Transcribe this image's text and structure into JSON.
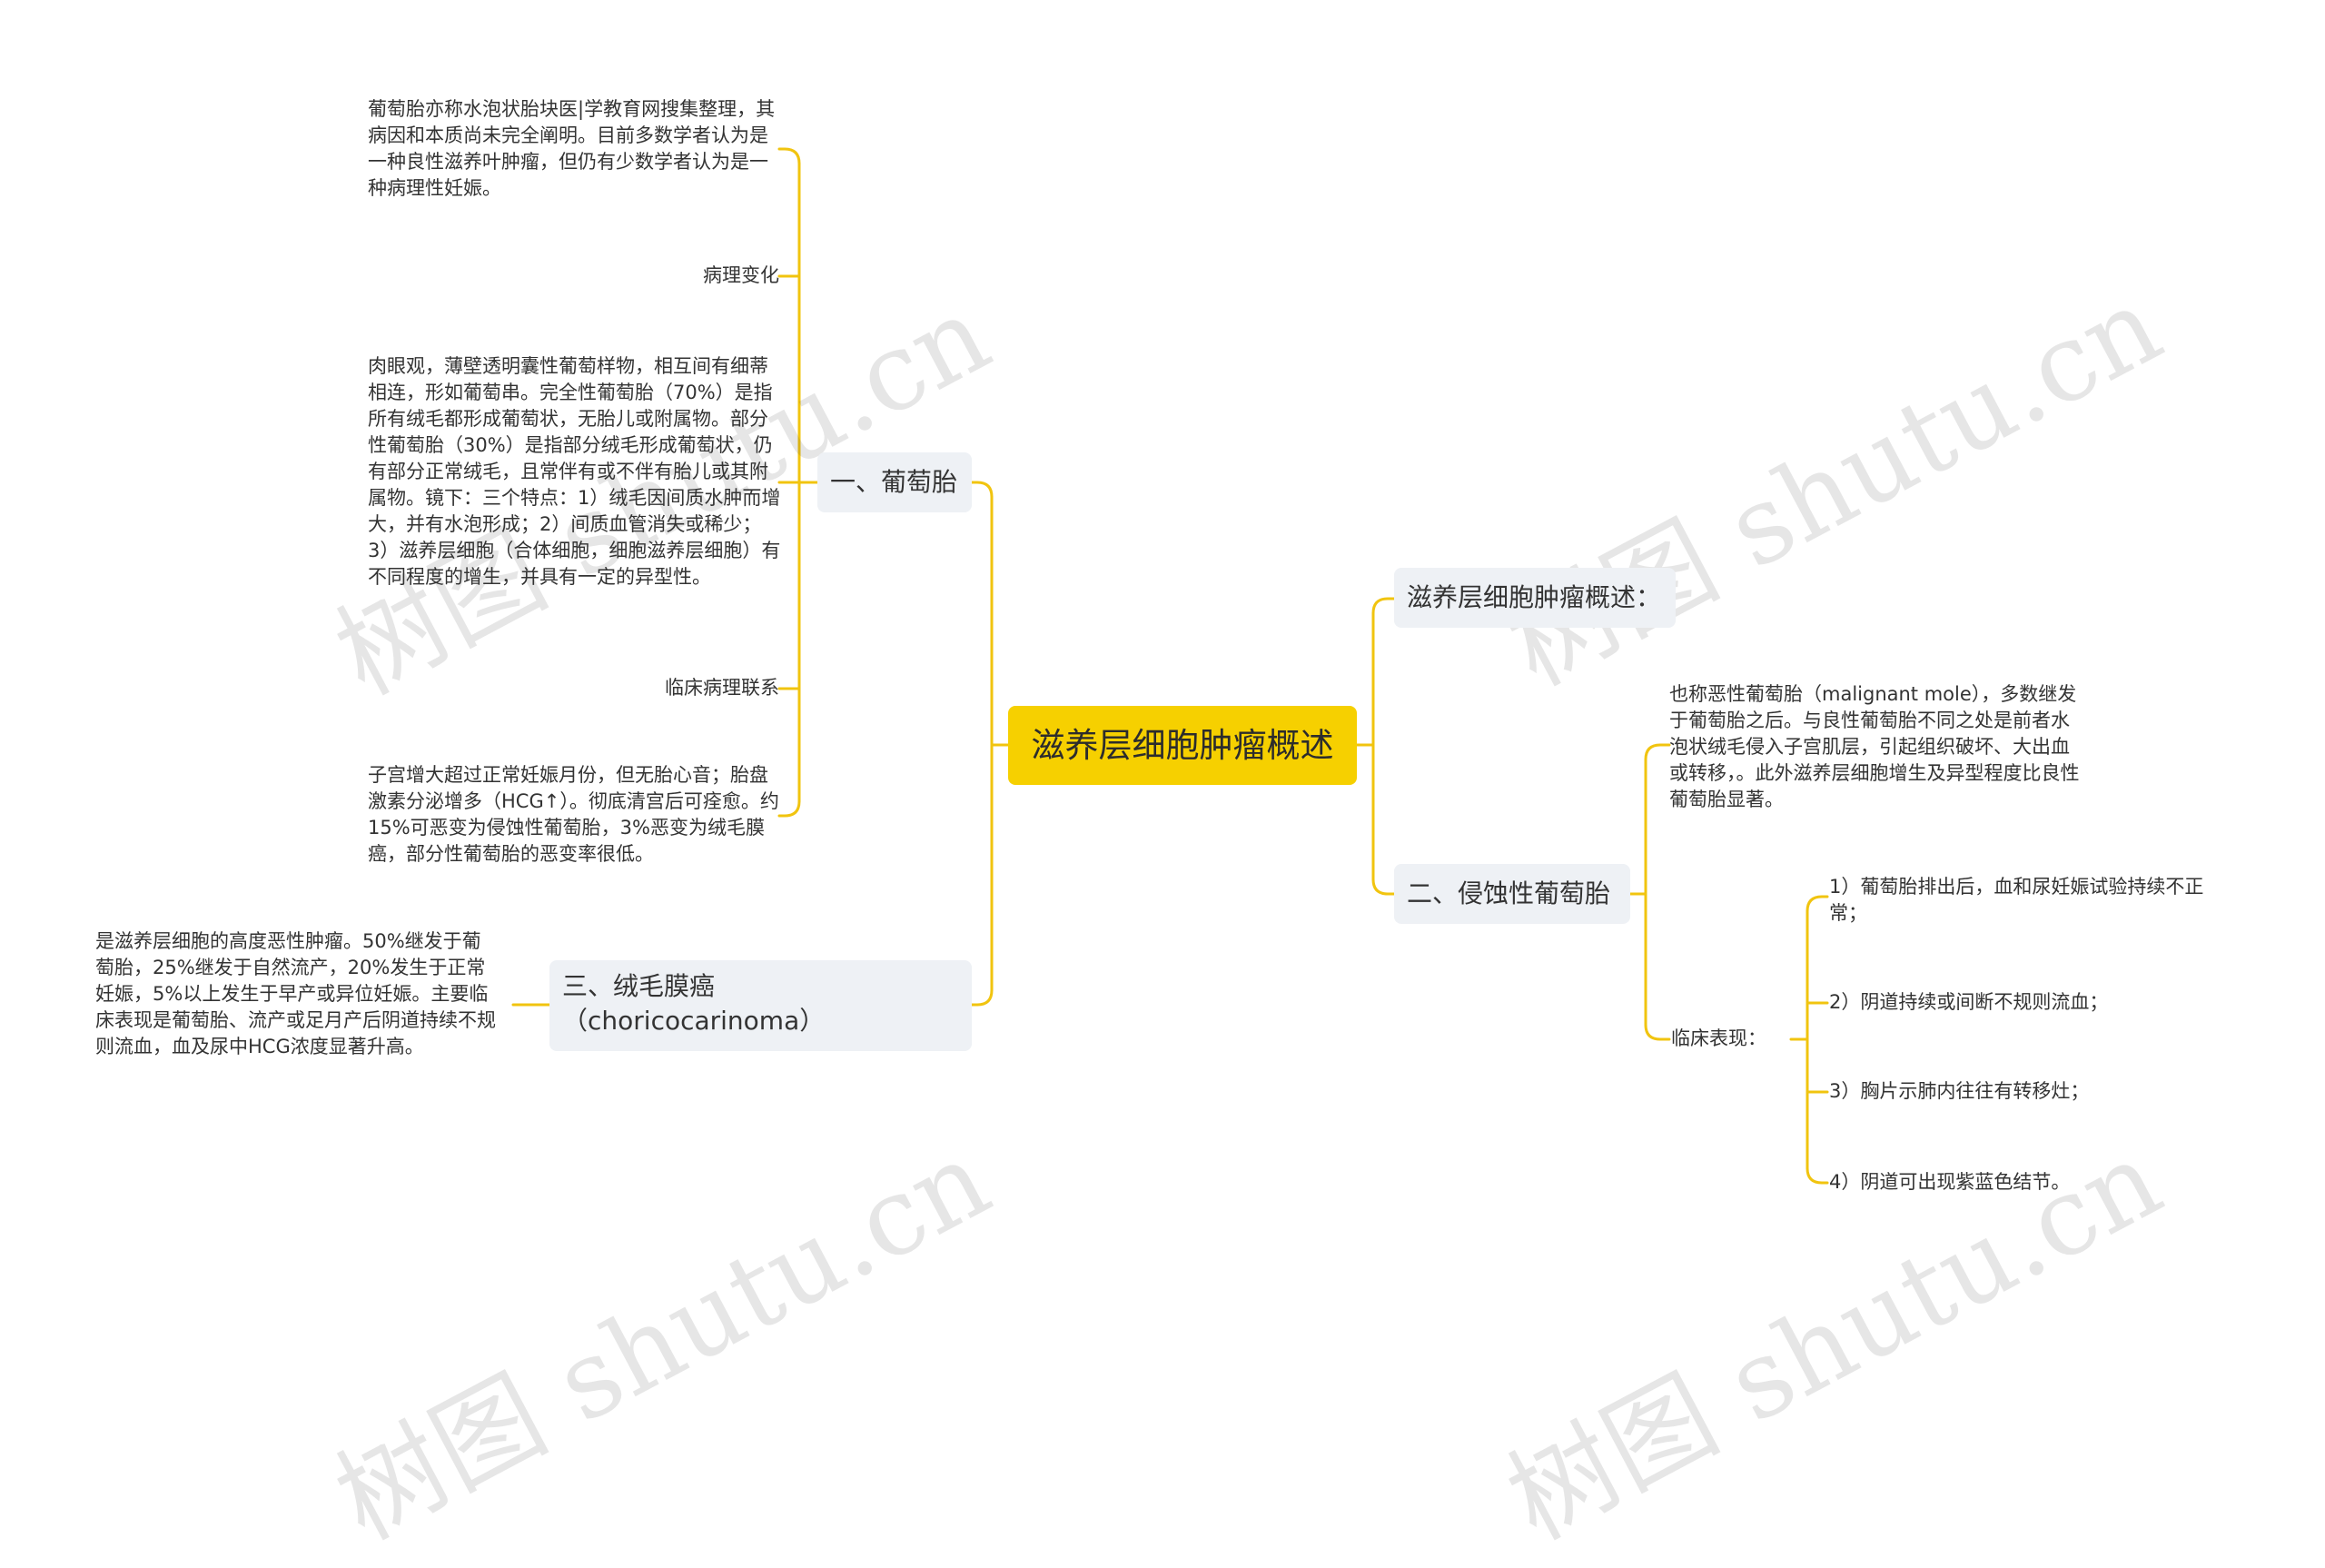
{
  "root": {
    "label": "滋养层细胞肿瘤概述"
  },
  "left": {
    "hydatidiform": {
      "label": "一、葡萄胎",
      "leaves": [
        "葡萄胎亦称水泡状胎块医|学教育网搜集整理，其病因和本质尚未完全阐明。目前多数学者认为是一种良性滋养叶肿瘤，但仍有少数学者认为是一种病理性妊娠。",
        "病理变化",
        "肉眼观，薄壁透明囊性葡萄样物，相互间有细蒂相连，形如葡萄串。完全性葡萄胎（70%）是指所有绒毛都形成葡萄状，无胎儿或附属物。部分性葡萄胎（30%）是指部分绒毛形成葡萄状，仍有部分正常绒毛，且常伴有或不伴有胎儿或其附属物。镜下：三个特点：1）绒毛因间质水肿而增大，并有水泡形成；2）间质血管消失或稀少；3）滋养层细胞（合体细胞，细胞滋养层细胞）有不同程度的增生，并具有一定的异型性。",
        "临床病理联系",
        "子宫增大超过正常妊娠月份，但无胎心音；胎盘激素分泌增多（HCG↑）。彻底清宫后可痊愈。约15%可恶变为侵蚀性葡萄胎，3%恶变为绒毛膜癌，部分性葡萄胎的恶变率很低。"
      ]
    },
    "choriocarcinoma": {
      "label": "三、绒毛膜癌（choricocarinoma）",
      "leaves": [
        "是滋养层细胞的高度恶性肿瘤。50%继发于葡萄胎，25%继发于自然流产，20%发生于正常妊娠，5%以上发生于早产或异位妊娠。主要临床表现是葡萄胎、流产或足月产后阴道持续不规则流血，血及尿中HCG浓度显著升高。"
      ]
    }
  },
  "right": {
    "overview": {
      "label": "滋养层细胞肿瘤概述："
    },
    "invasive": {
      "label": "二、侵蚀性葡萄胎",
      "desc": "也称恶性葡萄胎（malignant mole），多数继发于葡萄胎之后。与良性葡萄胎不同之处是前者水泡状绒毛侵入子宫肌层，引起组织破坏、大出血或转移，。此外滋养层细胞增生及异型程度比良性葡萄胎显著。",
      "clinical": {
        "label": "临床表现：",
        "items": [
          "1）葡萄胎排出后，血和尿妊娠试验持续不正常；",
          "2）阴道持续或间断不规则流血；",
          "3）胸片示肺内往往有转移灶；",
          "4）阴道可出现紫蓝色结节。"
        ]
      }
    }
  },
  "watermark": [
    "树图 shutu.cn",
    "树图 shutu.cn",
    "树图 shutu.cn",
    "树图 shutu.cn"
  ],
  "colors": {
    "root": "#f6d000",
    "topic": "#eef1f5",
    "line": "#f1c40f"
  }
}
